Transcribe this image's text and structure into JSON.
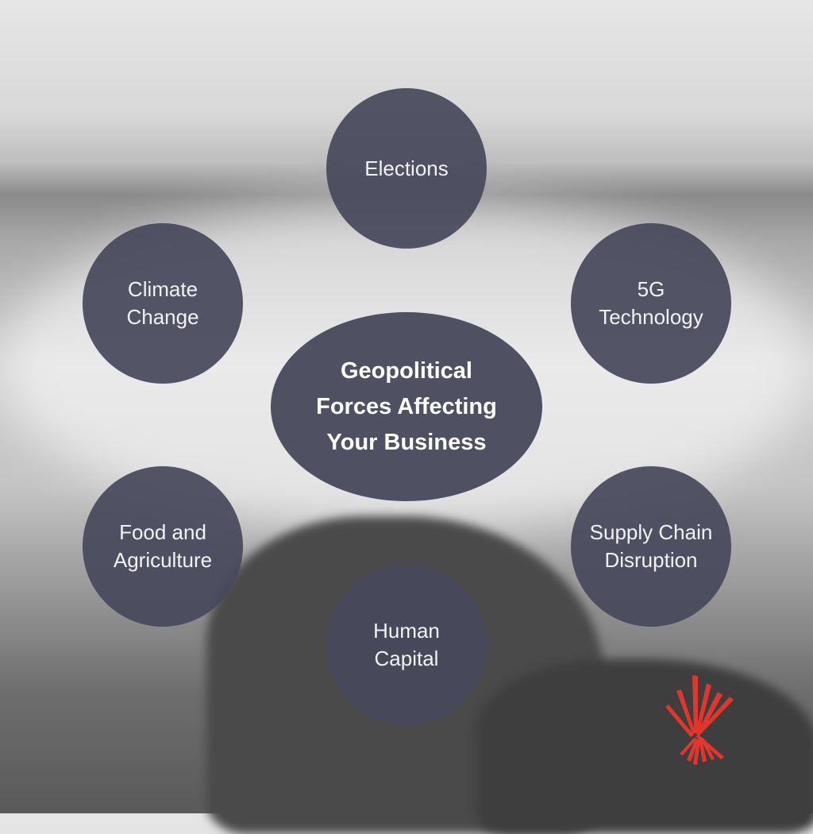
{
  "center": {
    "title": "Geopolitical\nForces Affecting\nYour Business"
  },
  "nodes": [
    {
      "label": "Elections"
    },
    {
      "label": "Climate\nChange"
    },
    {
      "label": "5G\nTechnology"
    },
    {
      "label": "Food and\nAgriculture"
    },
    {
      "label": "Supply Chain\nDisruption"
    },
    {
      "label": "Human\nCapital"
    }
  ],
  "colors": {
    "node": "#48485c",
    "logo": "#e0362c"
  },
  "logo": {
    "icon": "red-burst-logo"
  }
}
